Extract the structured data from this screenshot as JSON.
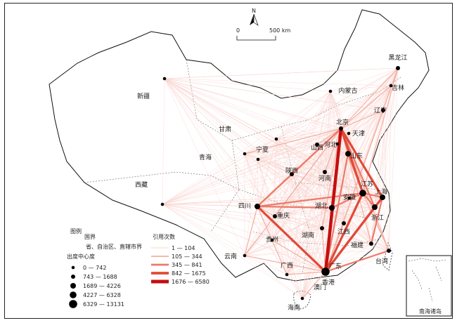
{
  "map": {
    "north_label": "N",
    "scale_start": "0",
    "scale_end": "500 km",
    "inset_label": "南海诸岛"
  },
  "legend": {
    "title": "图例",
    "boundary_group": "国界",
    "boundary_label": "省、自治区、直辖市界",
    "centrality_title": "出度中心度",
    "centrality_classes": [
      "0 — 742",
      "743 — 1688",
      "1689 — 4226",
      "4227 — 6328",
      "6329 — 13131"
    ],
    "flow_title": "引用次数",
    "flow_classes": [
      "1 — 104",
      "105 — 344",
      "345 — 841",
      "842 — 1675",
      "1676 — 6580"
    ],
    "flow_colors": [
      "#f9d4cf",
      "#f4aea3",
      "#ec7a68",
      "#e14a38",
      "#c40f0f"
    ]
  },
  "provinces": [
    {
      "id": "heilongjiang",
      "name": "黑龙江",
      "class": 1
    },
    {
      "id": "jilin",
      "name": "吉林",
      "class": 0
    },
    {
      "id": "neimenggu",
      "name": "内蒙古",
      "class": 0
    },
    {
      "id": "liaoning",
      "name": "辽宁",
      "class": 1
    },
    {
      "id": "beijing",
      "name": "北京",
      "class": 1
    },
    {
      "id": "tianjin",
      "name": "天津",
      "class": 0
    },
    {
      "id": "hebei",
      "name": "河北",
      "class": 0
    },
    {
      "id": "shanxi",
      "name": "山西",
      "class": 1
    },
    {
      "id": "shandong",
      "name": "山东",
      "class": 2
    },
    {
      "id": "henan",
      "name": "河南",
      "class": 1
    },
    {
      "id": "jiangsu",
      "name": "江苏",
      "class": 3
    },
    {
      "id": "shanghai",
      "name": "上海",
      "class": 2
    },
    {
      "id": "anhui",
      "name": "安徽",
      "class": 0
    },
    {
      "id": "zhejiang",
      "name": "浙江",
      "class": 2
    },
    {
      "id": "hubei",
      "name": "湖北",
      "class": 2
    },
    {
      "id": "shaanxi",
      "name": "陕西",
      "class": 1
    },
    {
      "id": "ningxia",
      "name": "宁夏",
      "class": 0
    },
    {
      "id": "gansu",
      "name": "甘肃",
      "class": 0
    },
    {
      "id": "qinghai",
      "name": "青海",
      "class": 0
    },
    {
      "id": "sichuan",
      "name": "四川",
      "class": 2
    },
    {
      "id": "chongqing",
      "name": "重庆",
      "class": 1
    },
    {
      "id": "hunan",
      "name": "湖南",
      "class": 1
    },
    {
      "id": "jiangxi",
      "name": "江西",
      "class": 1
    },
    {
      "id": "fujian",
      "name": "福建",
      "class": 1
    },
    {
      "id": "taiwan",
      "name": "台湾",
      "class": 1
    },
    {
      "id": "guangdong",
      "name": "广东",
      "class": 4
    },
    {
      "id": "guangxi",
      "name": "广西",
      "class": 0
    },
    {
      "id": "guizhou",
      "name": "贵州",
      "class": 0
    },
    {
      "id": "yunnan",
      "name": "云南",
      "class": 0
    },
    {
      "id": "hainan",
      "name": "海南",
      "class": 0
    },
    {
      "id": "xinjiang",
      "name": "新疆",
      "class": 0
    },
    {
      "id": "xizang",
      "name": "西藏",
      "class": 0
    },
    {
      "id": "hongkong",
      "name": "香港",
      "class": -1
    },
    {
      "id": "macau",
      "name": "澳门",
      "class": -1
    }
  ],
  "flows": [
    [
      "guangdong",
      "beijing",
      4
    ],
    [
      "guangdong",
      "jiangsu",
      3
    ],
    [
      "guangdong",
      "shanghai",
      3
    ],
    [
      "guangdong",
      "zhejiang",
      3
    ],
    [
      "guangdong",
      "sichuan",
      3
    ],
    [
      "guangdong",
      "taiwan",
      2
    ],
    [
      "guangdong",
      "hubei",
      3
    ],
    [
      "guangdong",
      "shandong",
      2
    ],
    [
      "beijing",
      "jiangsu",
      3
    ],
    [
      "beijing",
      "shanghai",
      3
    ],
    [
      "beijing",
      "zhejiang",
      2
    ],
    [
      "beijing",
      "sichuan",
      2
    ],
    [
      "beijing",
      "shaanxi",
      2
    ],
    [
      "beijing",
      "hubei",
      2
    ],
    [
      "jiangsu",
      "sichuan",
      2
    ],
    [
      "jiangsu",
      "hubei",
      2
    ],
    [
      "sichuan",
      "shaanxi",
      2
    ],
    [
      "sichuan",
      "hubei",
      2
    ],
    [
      "sichuan",
      "chongqing",
      1
    ],
    [
      "sichuan",
      "guangxi",
      1
    ],
    [
      "sichuan",
      "yunnan",
      1
    ],
    [
      "shanghai",
      "jiangsu",
      2
    ],
    [
      "zhejiang",
      "jiangsu",
      2
    ],
    [
      "fujian",
      "shanghai",
      2
    ],
    [
      "fujian",
      "beijing",
      1
    ],
    [
      "shandong",
      "jiangsu",
      2
    ],
    [
      "liaoning",
      "beijing",
      1
    ],
    [
      "heilongjiang",
      "beijing",
      1
    ],
    [
      "heilongjiang",
      "jiangsu",
      1
    ],
    [
      "heilongjiang",
      "guangdong",
      1
    ],
    [
      "xinjiang",
      "beijing",
      0
    ],
    [
      "xinjiang",
      "guangdong",
      0
    ],
    [
      "xinjiang",
      "jiangsu",
      0
    ],
    [
      "xinjiang",
      "shanghai",
      0
    ],
    [
      "xinjiang",
      "heilongjiang",
      0
    ],
    [
      "xinjiang",
      "liaoning",
      0
    ],
    [
      "xizang",
      "beijing",
      0
    ],
    [
      "xizang",
      "guangdong",
      0
    ],
    [
      "xizang",
      "jiangsu",
      0
    ],
    [
      "xizang",
      "shanghai",
      0
    ],
    [
      "yunnan",
      "guangdong",
      1
    ],
    [
      "yunnan",
      "beijing",
      1
    ],
    [
      "hainan",
      "guangdong",
      1
    ],
    [
      "hainan",
      "beijing",
      0
    ],
    [
      "guangxi",
      "guangdong",
      1
    ],
    [
      "hunan",
      "guangdong",
      1
    ],
    [
      "jiangxi",
      "guangdong",
      1
    ],
    [
      "henan",
      "beijing",
      1
    ],
    [
      "shanxi",
      "beijing",
      1
    ],
    [
      "gansu",
      "beijing",
      1
    ],
    [
      "qinghai",
      "beijing",
      0
    ],
    [
      "ningxia",
      "beijing",
      0
    ],
    [
      "taiwan",
      "jiangsu",
      1
    ],
    [
      "taiwan",
      "beijing",
      1
    ],
    [
      "liaoning",
      "guangdong",
      1
    ],
    [
      "jilin",
      "beijing",
      1
    ],
    [
      "hunan",
      "beijing",
      1
    ],
    [
      "anhui",
      "jiangsu",
      1
    ],
    [
      "chongqing",
      "beijing",
      1
    ],
    [
      "guizhou",
      "guangdong",
      1
    ]
  ]
}
